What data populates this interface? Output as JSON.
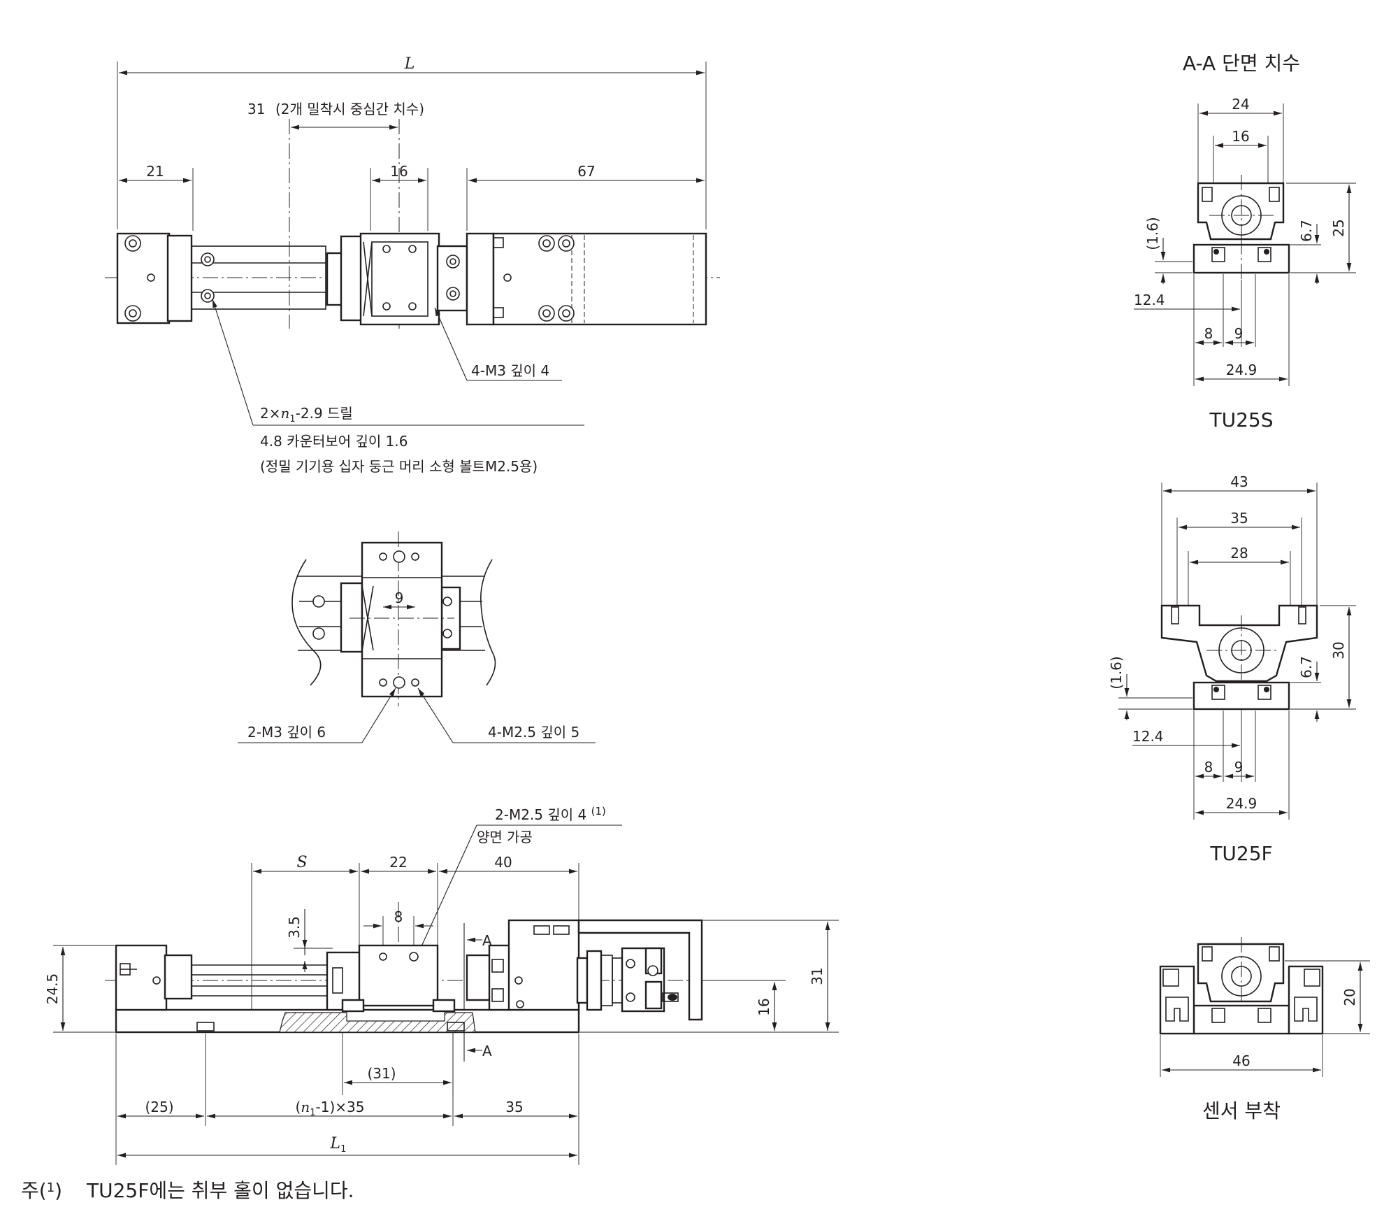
{
  "top_view": {
    "dim_L": "L",
    "pitch_value": "31",
    "pitch_note": "(2개 밀착시 중심간 치수)",
    "dim_21": "21",
    "dim_16": "16",
    "dim_67": "67",
    "callout_tap": "4-M3 깊이 4",
    "drill_prefix": "2×",
    "drill_var": "n",
    "drill_sub": "1",
    "drill_suffix": "-2.9 드릴",
    "drill_line2": "4.8 카운터보어 깊이 1.6",
    "drill_line3": "(정밀 기기용 십자 둥근 머리 소형 볼트M2.5용)"
  },
  "detail_view": {
    "dim_9": "9",
    "callout_left": "2-M3 깊이 6",
    "callout_right": "4-M2.5 깊이 5"
  },
  "side_view": {
    "callout_line1": "2-M2.5 깊이 4",
    "callout_note_ref": "(1)",
    "callout_line2": "양면 가공",
    "dim_S": "S",
    "dim_22": "22",
    "dim_40": "40",
    "dim_3_5": "3.5",
    "dim_8": "8",
    "section_mark": "A",
    "dim_24_5": "24.5",
    "dim_16": "16",
    "dim_31": "31",
    "dim_31_paren": "(31)",
    "dim_25_paren": "(25)",
    "pitch_open": "(",
    "pitch_var": "n",
    "pitch_sub": "1",
    "pitch_close": "-1)×35",
    "dim_35": "35",
    "dim_L1_var": "L",
    "dim_L1_sub": "1"
  },
  "section_tu25s": {
    "header": "A-A 단면 치수",
    "dim_24": "24",
    "dim_16": "16",
    "dim_1_6": "(1.6)",
    "dim_6_7": "6.7",
    "dim_25": "25",
    "dim_12_4": "12.4",
    "dim_8": "8",
    "dim_9": "9",
    "dim_24_9": "24.9",
    "label": "TU25S"
  },
  "section_tu25f": {
    "dim_43": "43",
    "dim_35": "35",
    "dim_28": "28",
    "dim_1_6": "(1.6)",
    "dim_6_7": "6.7",
    "dim_30": "30",
    "dim_12_4": "12.4",
    "dim_8": "8",
    "dim_9": "9",
    "dim_24_9": "24.9",
    "label": "TU25F"
  },
  "section_sensor": {
    "dim_20": "20",
    "dim_46": "46",
    "label": "센서 부착"
  },
  "footnote": {
    "prefix": "주(",
    "ref": "1",
    "suffix": ")",
    "text": "TU25F에는 취부 홀이 없습니다."
  }
}
